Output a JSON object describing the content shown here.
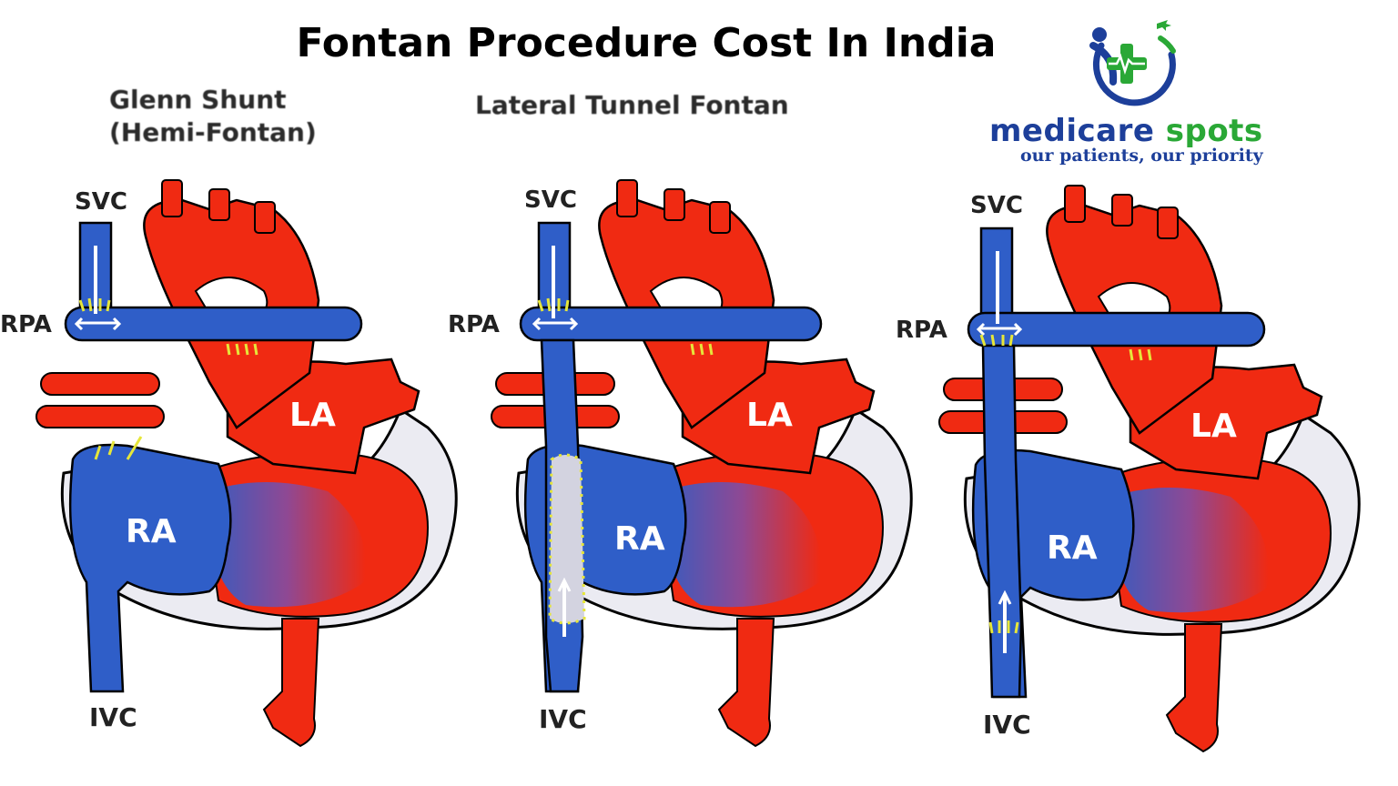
{
  "title": "Fontan Procedure Cost In India",
  "captions": {
    "panel1_line1": "Glenn Shunt",
    "panel1_line2": "(Hemi-Fontan)",
    "panel2": "Lateral Tunnel Fontan"
  },
  "brand": {
    "name_part1": "medicare",
    "name_part2": "spots",
    "tagline": "our patients, our priority"
  },
  "colors": {
    "oxygenated": "#f02a12",
    "deoxygenated": "#2f5ec8",
    "suture": "#e6e63a",
    "pericardium": "#e8e8ee",
    "brand_blue": "#1d3f9a",
    "brand_green": "#2aa836"
  },
  "panels": [
    {
      "labels": {
        "svc": "SVC",
        "rpa": "RPA",
        "la": "LA",
        "ra": "RA",
        "ivc": "IVC"
      }
    },
    {
      "labels": {
        "svc": "SVC",
        "rpa": "RPA",
        "la": "LA",
        "ra": "RA",
        "ivc": "IVC"
      }
    },
    {
      "labels": {
        "svc": "SVC",
        "rpa": "RPA",
        "la": "LA",
        "ra": "RA",
        "ivc": "IVC"
      }
    }
  ]
}
